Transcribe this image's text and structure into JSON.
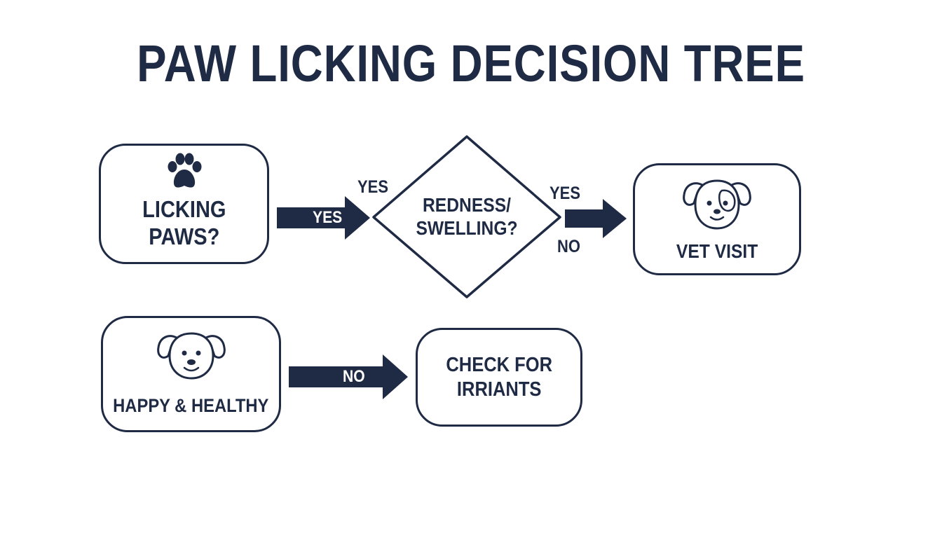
{
  "title": "PAW LICKING DECISION TREE",
  "nodes": {
    "licking_paws": {
      "label_line1": "LICKING",
      "label_line2": "PAWS?",
      "icon": "paw-icon"
    },
    "redness_swelling": {
      "label_line1": "REDNESS/",
      "label_line2": "SWELLING?"
    },
    "vet_visit": {
      "label": "VET VISIT",
      "icon": "dog-face-icon"
    },
    "happy_healthy": {
      "label": "HAPPY & HEALTHY",
      "icon": "dog-face-icon"
    },
    "check_irritants": {
      "label_line1": "CHECK FOR",
      "label_line2": "IRRIANTS"
    }
  },
  "edges": {
    "licking_to_redness": {
      "arrow_label": "YES",
      "side_label": "YES"
    },
    "redness_to_vet": {
      "side_label_top": "YES",
      "side_label_bottom": "NO"
    },
    "happy_to_check": {
      "arrow_label": "NO"
    }
  },
  "colors": {
    "ink": "#1f2a44",
    "background": "#ffffff"
  }
}
